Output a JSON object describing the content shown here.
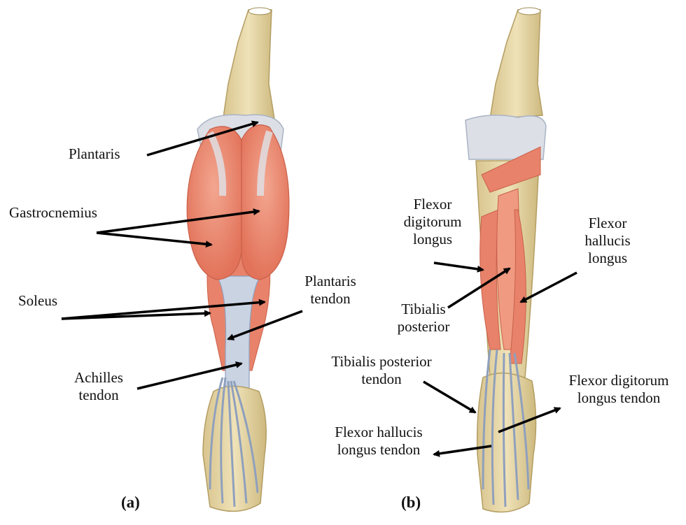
{
  "colors": {
    "bone": "#e6d6a6",
    "bone_shade": "#c9b57e",
    "muscle": "#e8826a",
    "muscle_light": "#f2a48e",
    "tendon": "#c9d3e2",
    "tendon_line": "#8fa0bd",
    "arrow": "#000000"
  },
  "panel_a": {
    "label": "(a)",
    "labels": {
      "plantaris": "Plantaris",
      "gastrocnemius": "Gastrocnemius",
      "soleus": "Soleus",
      "plantaris_tendon_1": "Plantaris",
      "plantaris_tendon_2": "tendon",
      "achilles_1": "Achilles",
      "achilles_2": "tendon"
    }
  },
  "panel_b": {
    "label": "(b)",
    "labels": {
      "fdl_1": "Flexor",
      "fdl_2": "digitorum",
      "fdl_3": "longus",
      "fhl_1": "Flexor",
      "fhl_2": "hallucis",
      "fhl_3": "longus",
      "tp_1": "Tibialis",
      "tp_2": "posterior",
      "tpt_1": "Tibialis posterior",
      "tpt_2": "tendon",
      "fdlt_1": "Flexor digitorum",
      "fdlt_2": "longus tendon",
      "fhlt_1": "Flexor hallucis",
      "fhlt_2": "longus tendon"
    }
  }
}
